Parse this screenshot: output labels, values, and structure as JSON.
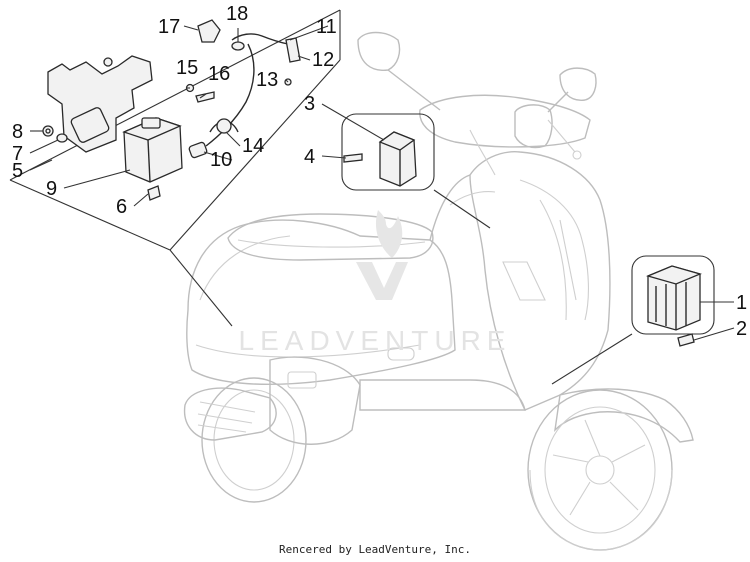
{
  "diagram": {
    "callouts": [
      {
        "id": "1",
        "label": "1"
      },
      {
        "id": "2",
        "label": "2"
      },
      {
        "id": "3",
        "label": "3"
      },
      {
        "id": "4",
        "label": "4"
      },
      {
        "id": "5",
        "label": "5"
      },
      {
        "id": "6",
        "label": "6"
      },
      {
        "id": "7",
        "label": "7"
      },
      {
        "id": "8",
        "label": "8"
      },
      {
        "id": "9",
        "label": "9"
      },
      {
        "id": "10",
        "label": "10"
      },
      {
        "id": "11",
        "label": "11"
      },
      {
        "id": "12",
        "label": "12"
      },
      {
        "id": "13",
        "label": "13"
      },
      {
        "id": "14",
        "label": "14"
      },
      {
        "id": "15",
        "label": "15"
      },
      {
        "id": "16",
        "label": "16"
      },
      {
        "id": "17",
        "label": "17"
      },
      {
        "id": "18",
        "label": "18"
      }
    ],
    "watermark": "LEADVENTURE",
    "footer": "Rencered by LeadVenture, Inc.",
    "colors": {
      "outline": "#bdbdbd",
      "parts": "#2a2a2a",
      "labels": "#111111"
    }
  }
}
